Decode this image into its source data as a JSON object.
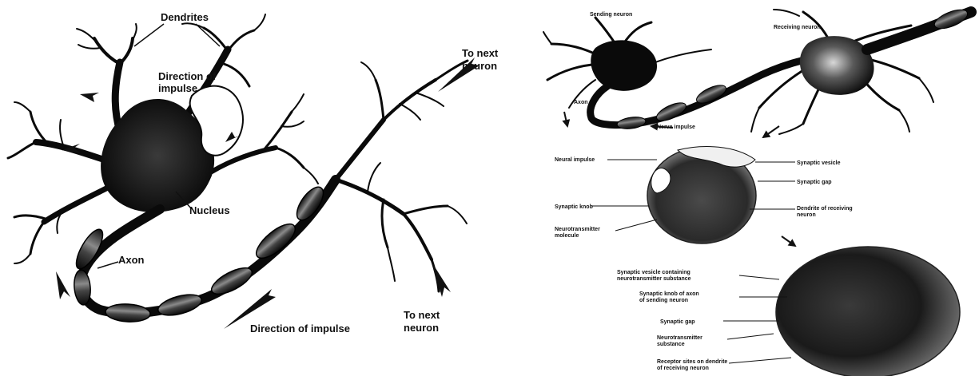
{
  "left_diagram": {
    "dendrites": "Dendrites",
    "direction_top": [
      "Direction of",
      "impulse"
    ],
    "to_next_top": [
      "To next",
      "neuron"
    ],
    "nucleus": "Nucleus",
    "axon": "Axon",
    "direction_bottom": "Direction of impulse",
    "to_next_bottom": [
      "To next",
      "neuron"
    ]
  },
  "right_diagram": {
    "sending_neuron": "Sending neuron",
    "receiving_neuron": "Receiving neuron",
    "axon": "Axon",
    "nerve_impulse": "Nerve impulse",
    "neural_impulse": "Neural impulse",
    "synaptic_vesicle": "Synaptic vesicle",
    "synaptic_gap": "Synaptic gap",
    "synaptic_knob": "Synaptic knob",
    "dendrite_receiving": [
      "Dendrite of receiving",
      "neuron"
    ],
    "neurotransmitter_molecule": [
      "Neurotransmitter",
      "molecule"
    ],
    "vesicle_containing": [
      "Synaptic vesicle containing",
      "neurotransmitter substance"
    ],
    "knob_of_axon": [
      "Synaptic knob of axon",
      "of sending neuron"
    ],
    "synaptic_gap_2": "Synaptic gap",
    "neurotransmitter_substance": [
      "Neurotransmitter",
      "substance"
    ],
    "receptor_sites": [
      "Receptor sites on dendrite",
      "of receiving neuron"
    ]
  }
}
